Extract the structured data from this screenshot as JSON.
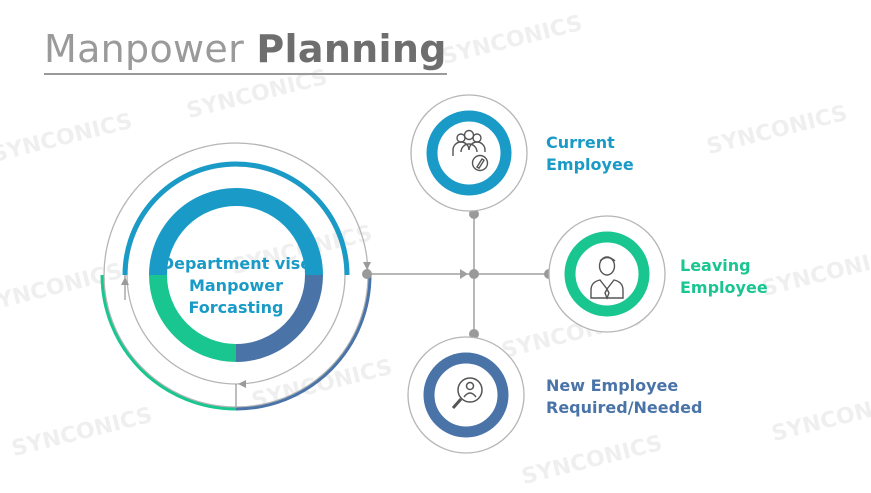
{
  "title": {
    "light": "Manpower",
    "bold": "Planning"
  },
  "watermark": "SYNCONICS",
  "center": {
    "label": "Department vise\nManpower\nForcasting"
  },
  "nodes": [
    {
      "id": "current",
      "label": "Current\nEmployee",
      "color": "#1a9bc7",
      "icon": "group-of-people-icon"
    },
    {
      "id": "leaving",
      "label": "Leaving\nEmployee",
      "color": "#19c690",
      "icon": "person-in-suit-icon"
    },
    {
      "id": "new",
      "label": "New Employee\nRequired/Needed",
      "color": "#4a74a8",
      "icon": "person-search-icon"
    }
  ],
  "colors": {
    "blue": "#1a9bc7",
    "green": "#19c690",
    "navy": "#4a74a8",
    "gray": "#9a9a9a"
  }
}
